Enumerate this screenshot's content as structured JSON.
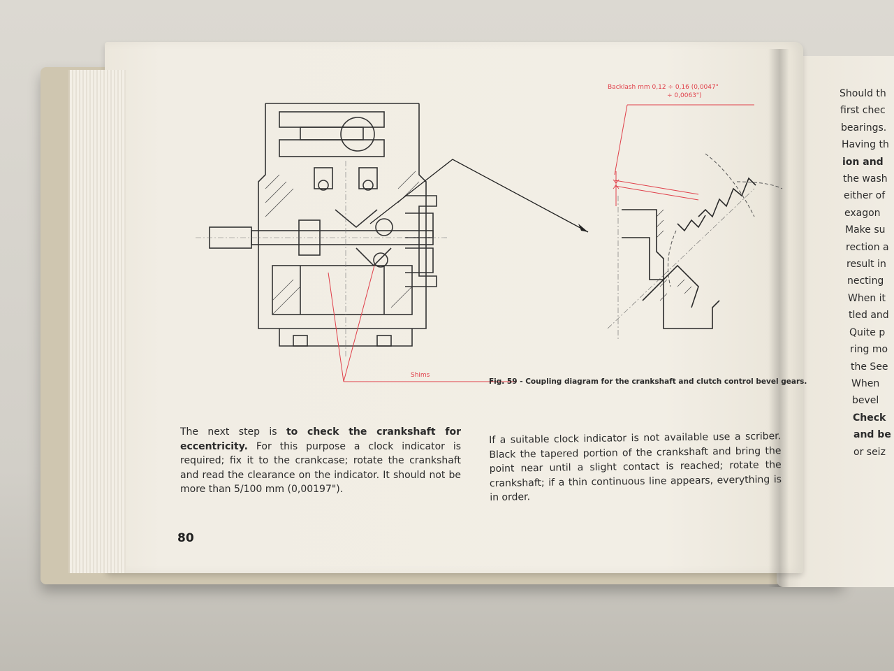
{
  "figure": {
    "backlash_label": "Backlash  mm  0,12 ÷ 0,16  (0,0047\"",
    "backlash_label_2": "÷ 0,0063\")",
    "shims_label": "Shims",
    "caption_prefix": "Fig. 59 - ",
    "caption_text": "Coupling diagram for the crankshaft and clutch control bevel gears."
  },
  "left_column": {
    "intro": "The next step is ",
    "bold": "to check the crankshaft for eccentricity.",
    "rest": " For this purpose a clock indicator is required; fix it to the crankcase; rotate the crankshaft and read the clearance on the indicator. It should not be more than 5/100 mm (0,00197\")."
  },
  "right_column": {
    "text": "If a suitable clock indicator is not available use a scriber. Black the tapered portion of the crankshaft and bring the point near until a slight contact is reached; rotate the crankshaft; if a thin continuous line appears, everything is in order."
  },
  "page_number": "80",
  "right_page_fragments": [
    {
      "text": "Should th",
      "bold": false
    },
    {
      "text": "first chec",
      "bold": false
    },
    {
      "text": "bearings.",
      "bold": false
    },
    {
      "text": "Having th",
      "bold": false
    },
    {
      "text": "ion  and",
      "bold": true
    },
    {
      "text": "the wash",
      "bold": false
    },
    {
      "text": "either of",
      "bold": false
    },
    {
      "text": "exagon",
      "bold": false
    },
    {
      "text": "Make su",
      "bold": false
    },
    {
      "text": "rection a",
      "bold": false
    },
    {
      "text": "result in",
      "bold": false
    },
    {
      "text": "necting",
      "bold": false
    },
    {
      "text": "When it",
      "bold": false
    },
    {
      "text": "tled and",
      "bold": false
    },
    {
      "text": "Quite p",
      "bold": false
    },
    {
      "text": "ring mo",
      "bold": false
    },
    {
      "text": "the See",
      "bold": false
    },
    {
      "text": "When",
      "bold": false
    },
    {
      "text": "bevel",
      "bold": false
    },
    {
      "text": "Check",
      "bold": true
    },
    {
      "text": "and be",
      "bold": true
    },
    {
      "text": "or seiz",
      "bold": false
    }
  ],
  "colors": {
    "paper": "#f2eee5",
    "ink": "#2b2b2b",
    "red_annotation": "#e0404a"
  }
}
